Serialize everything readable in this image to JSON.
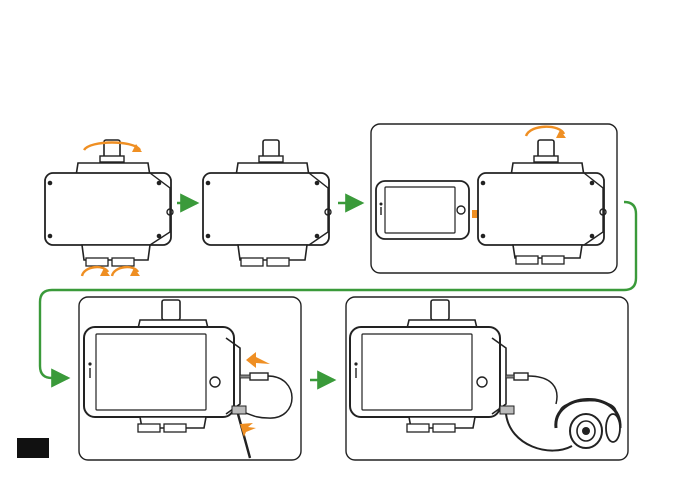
{
  "diagram": {
    "kind": "phone-rig-assembly-steps",
    "colors": {
      "outline": "#222222",
      "device_fill": "#ffffff",
      "arrow_green": "#3a9a3a",
      "arrow_orange": "#ef8f23",
      "screen_fill": "#ffffff",
      "corner_tab": "#111111"
    },
    "icons": [
      "rotate-knob-icon",
      "rotate-knob-icon",
      "insert-arrow-icon",
      "plug-in-arrow-icon",
      "headphones-icon"
    ],
    "steps": [
      {
        "id": "step-1",
        "subject": "clamp-rig-with-rotation-indicators"
      },
      {
        "id": "step-2",
        "subject": "clamp-rig-closed"
      },
      {
        "id": "step-3",
        "subject": "insert-phone-into-clamp"
      },
      {
        "id": "step-4",
        "subject": "connect-cable-to-phone"
      },
      {
        "id": "step-5",
        "subject": "connect-headphones"
      }
    ]
  }
}
